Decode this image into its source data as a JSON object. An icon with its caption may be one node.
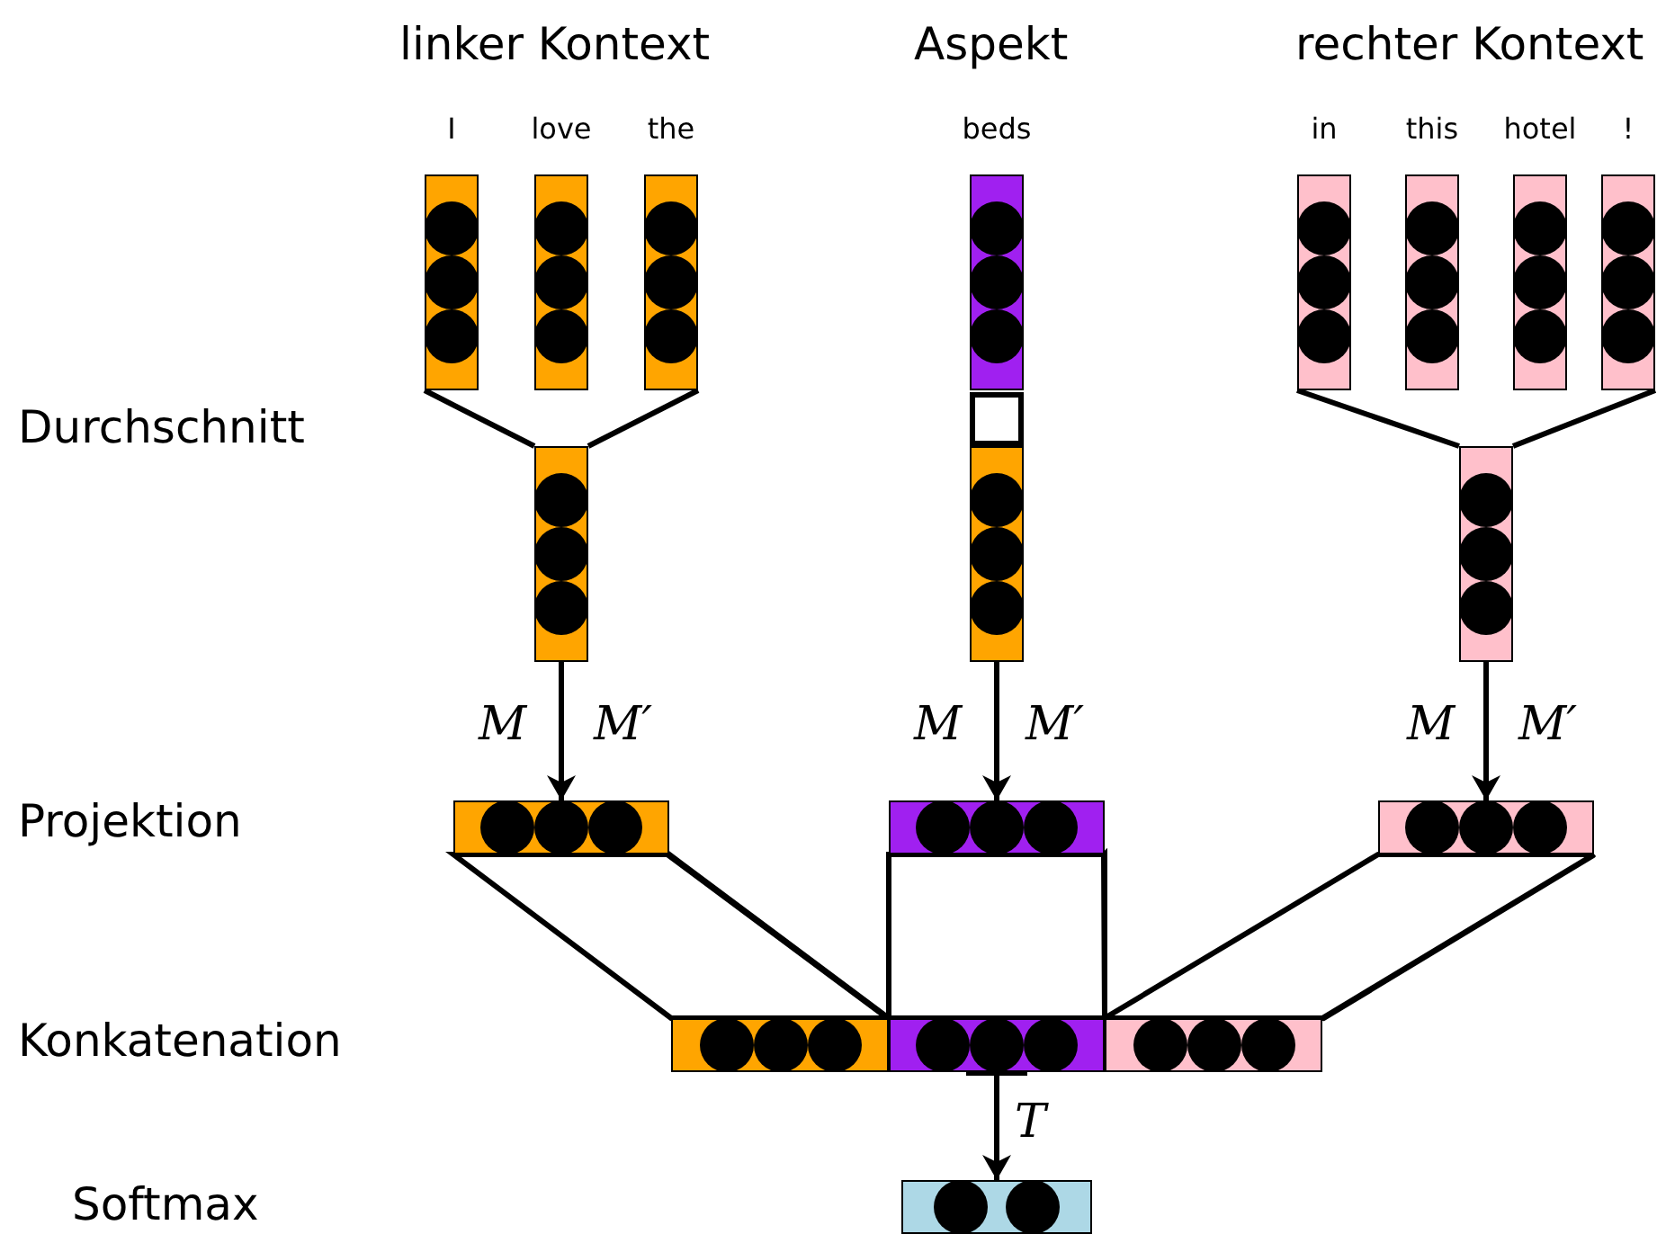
{
  "diagram": {
    "nodes": [
      {
        "text": [
          "I"
        ]
      },
      {
        "text": [
          "love"
        ]
      },
      {
        "text": [
          "the"
        ]
      },
      {
        "text": [
          "beds"
        ]
      },
      {
        "text": [
          "in"
        ]
      },
      {
        "text": [
          "this"
        ]
      },
      {
        "text": [
          "hotel"
        ]
      },
      {
        "text": [
          "!"
        ]
      },
      {
        "text": [],
        "shape": "bar"
      },
      {
        "text": [],
        "shape": "box"
      },
      {
        "text": [],
        "shape": "bar"
      },
      {
        "text": [],
        "shape": "bar"
      },
      {
        "text": [],
        "shape": "bar"
      },
      {
        "text": [],
        "shape": "bar"
      },
      {
        "text": [],
        "shape": "bar"
      },
      {
        "text": [],
        "shape": "bar"
      },
      {
        "text": [],
        "shape": "bar"
      },
      {
        "text": [],
        "shape": "bar"
      },
      {
        "text": [],
        "shape": "bar"
      }
    ],
    "edges": [
      {
        "from": 0,
        "to": 8,
        "arrow": "none"
      },
      {
        "from": 2,
        "to": 8,
        "arrow": "none"
      },
      {
        "from": 4,
        "to": 11,
        "arrow": "none"
      },
      {
        "from": 7,
        "to": 11,
        "arrow": "none"
      },
      {
        "from": 8,
        "to": 12,
        "arrow": "to"
      },
      {
        "from": 10,
        "to": 13,
        "arrow": "to"
      },
      {
        "from": 11,
        "to": 14,
        "arrow": "to"
      },
      {
        "from": 12,
        "to": 15,
        "arrow": "none"
      },
      {
        "from": 13,
        "to": 16,
        "arrow": "none"
      },
      {
        "from": 14,
        "to": 17,
        "arrow": "none"
      },
      {
        "from": 16,
        "to": 18,
        "arrow": "to",
        "label": "T"
      }
    ],
    "labels": [
      "linker Kontext",
      "Aspekt",
      "rechter Kontext",
      "Durchschnitt",
      "M",
      "M′",
      "M",
      "M′",
      "M",
      "M′",
      "Projektion",
      "Konkatenation",
      "Softmax"
    ]
  }
}
